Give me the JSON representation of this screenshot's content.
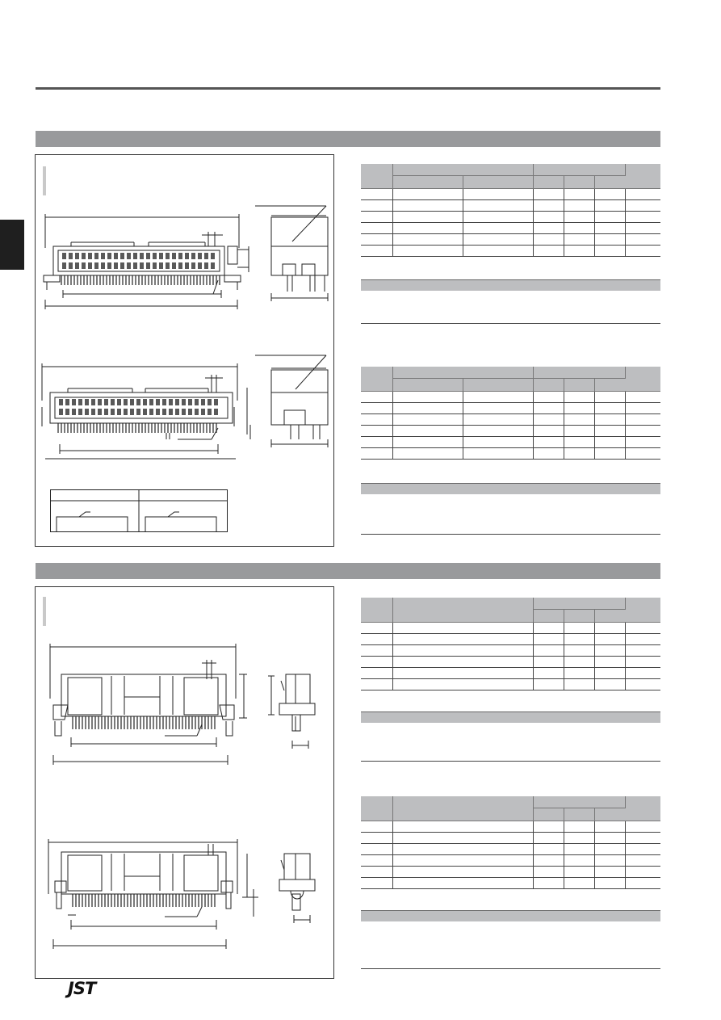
{
  "brand": {
    "logo_text": "JST"
  },
  "colors": {
    "section_bar": "#999a9c",
    "table_header": "#bdbec0",
    "side_tab": "#1f1f1f"
  },
  "sections": [
    {
      "id": "upper",
      "panels": [
        "drawing-straight-type-1",
        "drawing-straight-type-2",
        "detail-views"
      ]
    },
    {
      "id": "lower",
      "panels": [
        "drawing-right-angle-type-1",
        "drawing-right-angle-type-2"
      ]
    }
  ],
  "tables": [
    {
      "id": "table-1",
      "columns": 7,
      "rows": 6
    },
    {
      "id": "table-2",
      "columns": 7,
      "rows": 6
    },
    {
      "id": "table-3",
      "columns": 6,
      "rows": 6
    },
    {
      "id": "table-4",
      "columns": 6,
      "rows": 6
    }
  ]
}
